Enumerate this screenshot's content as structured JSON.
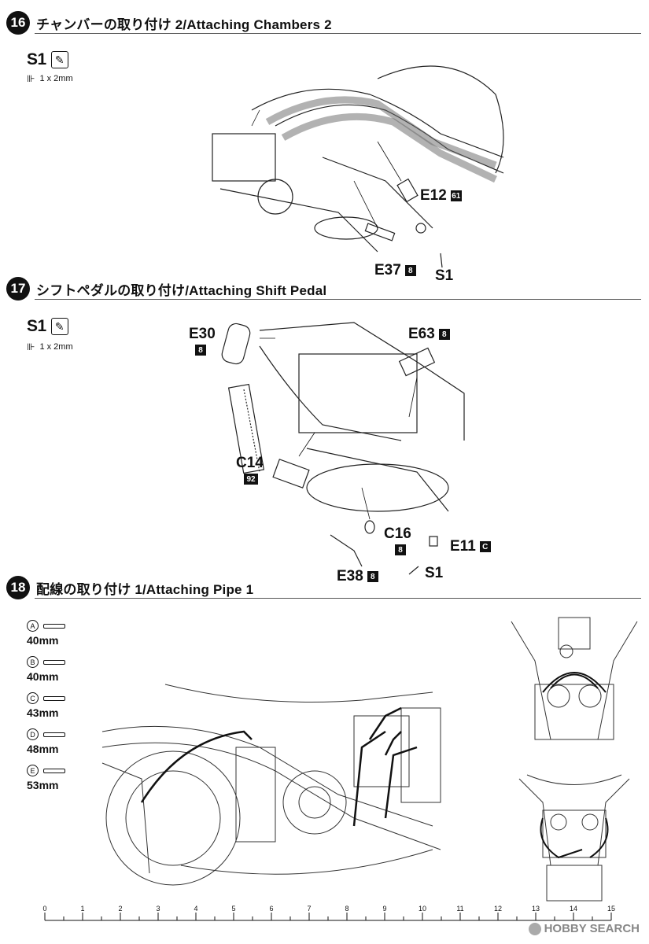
{
  "steps": [
    {
      "number": "16",
      "title": "チャンバーの取り付け 2/Attaching Chambers 2"
    },
    {
      "number": "17",
      "title": "シフトペダルの取り付け/Attaching Shift Pedal"
    },
    {
      "number": "18",
      "title": "配線の取り付け 1/Attaching Pipe 1"
    }
  ],
  "screw": {
    "code": "S1",
    "size": "1 x 2mm",
    "tool_icon": "screwdriver-icon",
    "size_icon": "screw-icon"
  },
  "step16_parts": {
    "e12": {
      "label": "E12",
      "tag": "61"
    },
    "e37": {
      "label": "E37",
      "tag": "8"
    },
    "s1": {
      "label": "S1"
    }
  },
  "step17_parts": {
    "e30": {
      "label": "E30",
      "tag": "8"
    },
    "e63": {
      "label": "E63",
      "tag": "8"
    },
    "c14": {
      "label": "C14",
      "tag": "92"
    },
    "c16": {
      "label": "C16",
      "tag": "8"
    },
    "e11": {
      "label": "E11",
      "tag": "C"
    },
    "e38": {
      "label": "E38",
      "tag": "8"
    },
    "s1": {
      "label": "S1"
    }
  },
  "pipes": [
    {
      "letter": "A",
      "length": "40mm"
    },
    {
      "letter": "B",
      "length": "40mm"
    },
    {
      "letter": "C",
      "length": "43mm"
    },
    {
      "letter": "D",
      "length": "48mm"
    },
    {
      "letter": "E",
      "length": "53mm"
    }
  ],
  "ruler": {
    "ticks": [
      "0",
      "1",
      "2",
      "3",
      "4",
      "5",
      "6",
      "7",
      "8",
      "9",
      "10",
      "11",
      "12",
      "13",
      "14",
      "15"
    ]
  },
  "watermark": {
    "text": "HOBBY SEARCH"
  }
}
